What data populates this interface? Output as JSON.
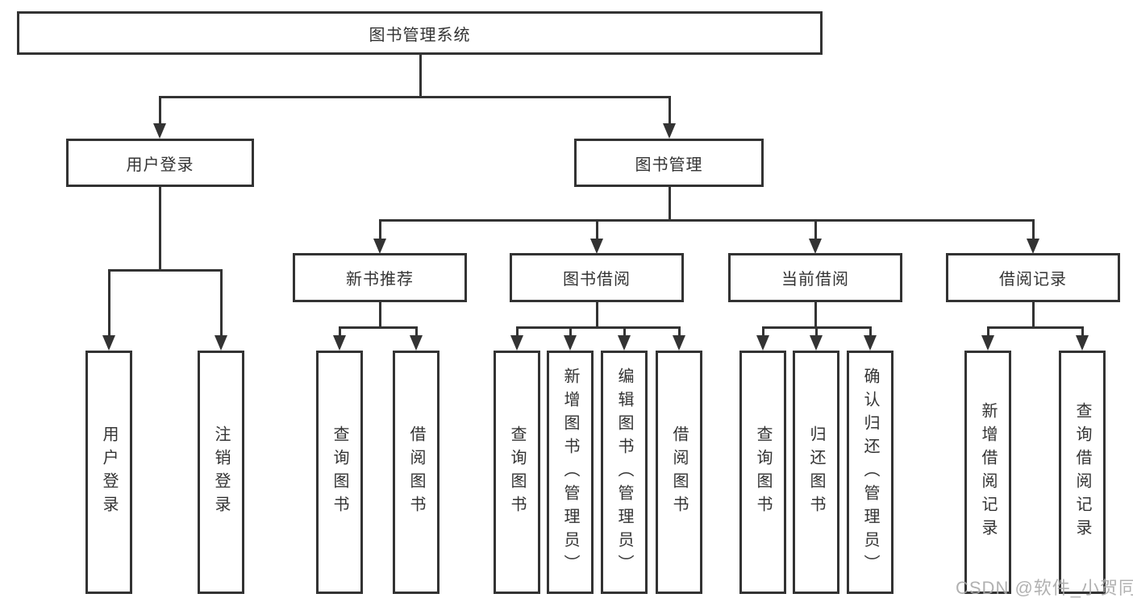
{
  "tree": {
    "root": {
      "label": "图书管理系统"
    },
    "branches": [
      {
        "label": "用户登录",
        "children": [
          {
            "label": "用户登录"
          },
          {
            "label": "注销登录"
          }
        ]
      },
      {
        "label": "图书管理",
        "children": [
          {
            "label": "新书推荐",
            "children": [
              {
                "label": "查询图书"
              },
              {
                "label": "借阅图书"
              }
            ]
          },
          {
            "label": "图书借阅",
            "children": [
              {
                "label": "查询图书"
              },
              {
                "label": "新增图书（管理员）"
              },
              {
                "label": "编辑图书（管理员）"
              },
              {
                "label": "借阅图书"
              }
            ]
          },
          {
            "label": "当前借阅",
            "children": [
              {
                "label": "查询图书"
              },
              {
                "label": "归还图书"
              },
              {
                "label": "确认归还（管理员）"
              }
            ]
          },
          {
            "label": "借阅记录",
            "children": [
              {
                "label": "新增借阅记录"
              },
              {
                "label": "查询借阅记录"
              }
            ]
          }
        ]
      }
    ]
  },
  "watermark": {
    "text": "CSDN @软件_小贺同学"
  },
  "colors": {
    "line": "#333333",
    "box_border": "#333333",
    "text": "#333333",
    "watermark": "#a9a9a9",
    "background": "#ffffff"
  }
}
